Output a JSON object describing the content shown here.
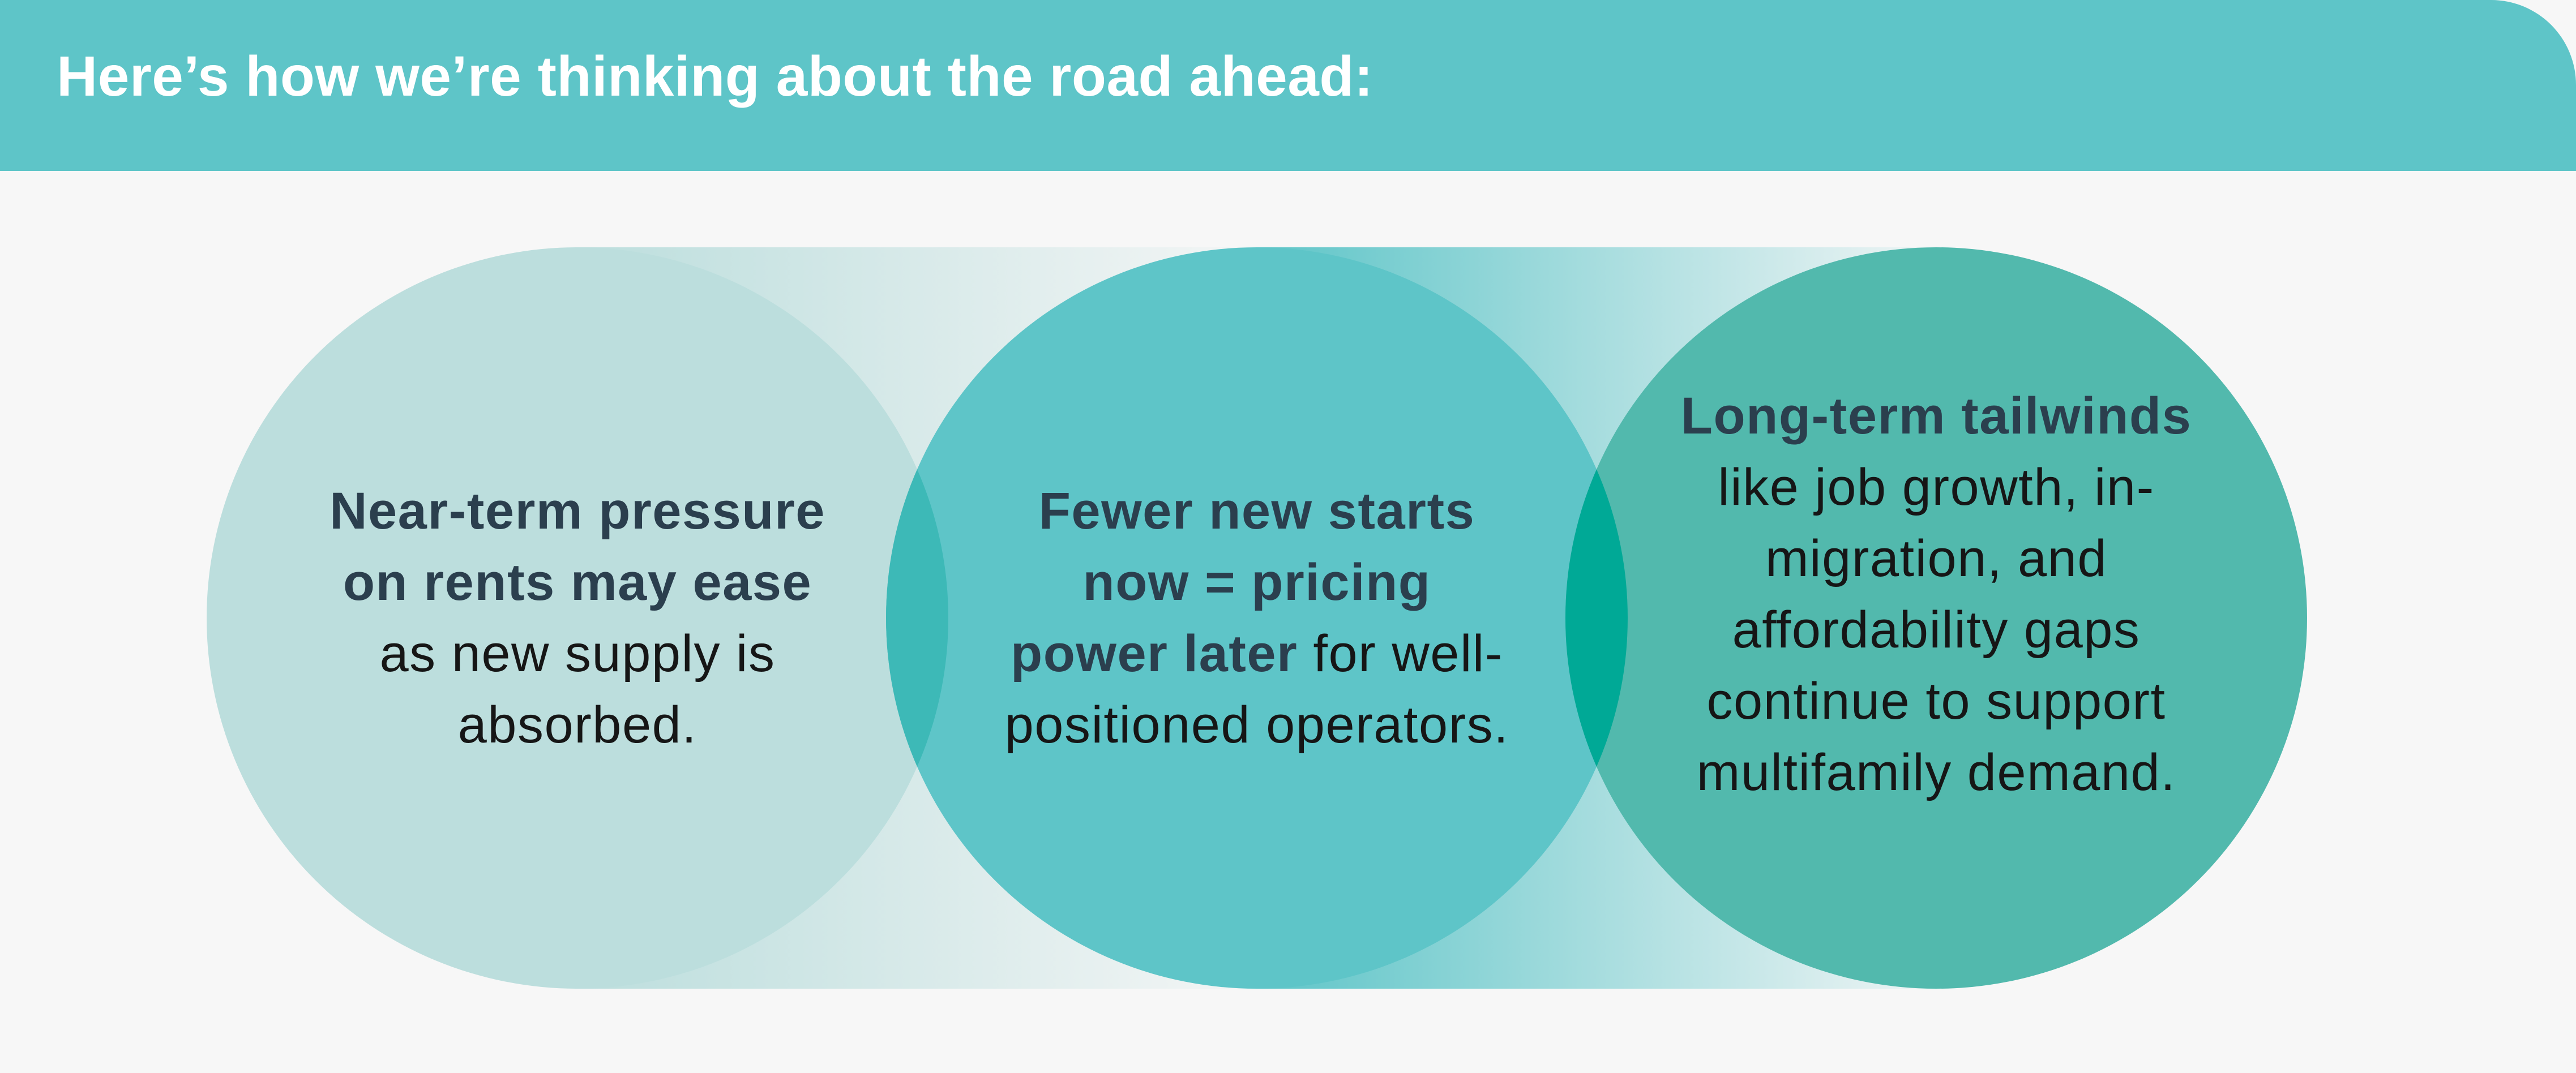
{
  "header": {
    "title": "Here’s how we’re thinking about the road ahead:"
  },
  "colors": {
    "header_bg": "#5ec5c8",
    "page_bg": "#f7f7f7",
    "circle_left": "#bcdedd",
    "circle_middle": "#5ec5c8",
    "circle_right": "#52b9ad",
    "overlap_left_middle": "#3db9b7",
    "overlap_middle_right": "#00a996",
    "bold_text": "#2b3f4e",
    "body_text": "#161616"
  },
  "circles": [
    {
      "bold": "Near-term pressure on rents may ease",
      "text": " as new supply is absorbed."
    },
    {
      "bold": "Fewer new starts now = pricing power later",
      "text": " for well-positioned operators."
    },
    {
      "bold": "Long-term tailwinds",
      "text": " like job growth, in-migration, and affordability gaps continue to support multifamily demand."
    }
  ]
}
